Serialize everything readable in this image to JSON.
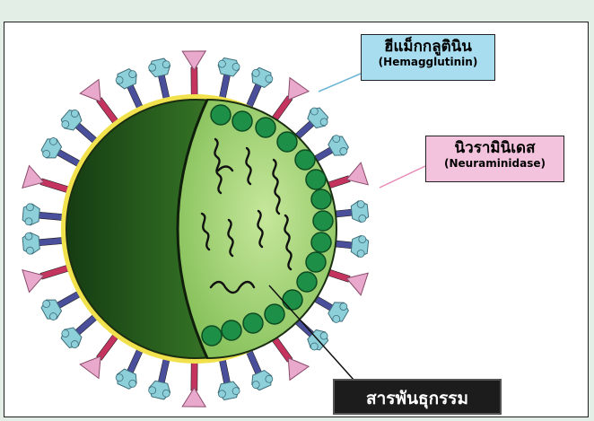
{
  "labels": {
    "hemagglutinin_thai": "ฮีแม็กกลูตินิน",
    "hemagglutinin_en": "(Hemagglutinin)",
    "neuraminidase_thai": "นิวรามินิเดส",
    "neuraminidase_en": "(Neuraminidase)",
    "genetic_material_thai": "สารพันธุกรรม"
  },
  "colors": {
    "background": "#e3efe6",
    "virus_dark": "#2f6a22",
    "virus_light": "#a7d57a",
    "rna_bead": "#1e8f46",
    "envelope_yellow": "#f1e14c",
    "ha_stalk": "#4a4f9c",
    "ha_head": "#8ed0da",
    "na_stalk": "#c5345f",
    "na_head": "#e8a9cc",
    "ha_label_bg": "#a8dcef",
    "na_label_bg": "#f3c3dd",
    "gm_label_bg": "#1c1c1c"
  }
}
